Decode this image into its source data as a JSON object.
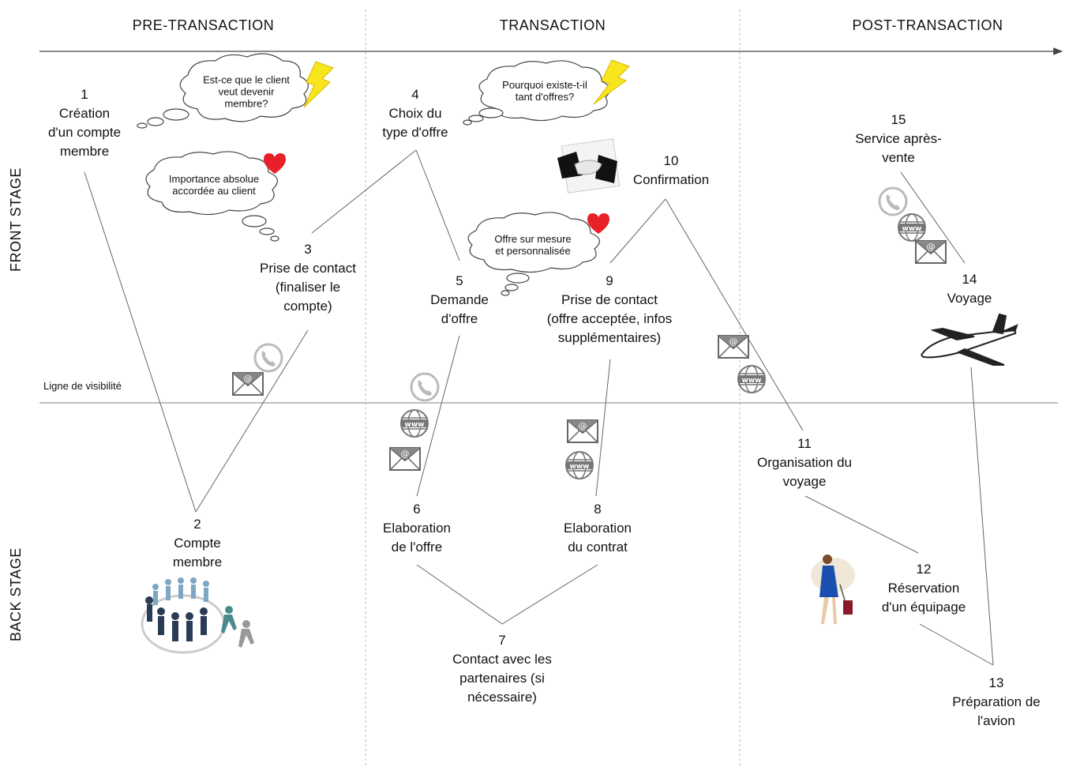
{
  "phases": [
    "PRE-TRANSACTION",
    "TRANSACTION",
    "POST-TRANSACTION"
  ],
  "lanes": {
    "front": "FRONT STAGE",
    "back": "BACK STAGE"
  },
  "visibility_line": "Ligne de visibilité",
  "steps": [
    {
      "num": "1",
      "label": [
        "Création",
        "d'un compte",
        "membre"
      ]
    },
    {
      "num": "2",
      "label": [
        "Compte",
        "membre"
      ]
    },
    {
      "num": "3",
      "label": [
        "Prise de contact",
        "(finaliser le",
        "compte)"
      ]
    },
    {
      "num": "4",
      "label": [
        "Choix du",
        "type d'offre"
      ]
    },
    {
      "num": "5",
      "label": [
        "Demande",
        "d'offre"
      ]
    },
    {
      "num": "6",
      "label": [
        "Elaboration",
        "de l'offre"
      ]
    },
    {
      "num": "7",
      "label": [
        "Contact avec les",
        "partenaires (si",
        "nécessaire)"
      ]
    },
    {
      "num": "8",
      "label": [
        "Elaboration",
        "du contrat"
      ]
    },
    {
      "num": "9",
      "label": [
        "Prise de contact",
        "(offre acceptée, infos",
        "supplémentaires)"
      ]
    },
    {
      "num": "10",
      "label": [
        "Confirmation"
      ]
    },
    {
      "num": "11",
      "label": [
        "Organisation du",
        "voyage"
      ]
    },
    {
      "num": "12",
      "label": [
        "Réservation",
        "d'un équipage"
      ]
    },
    {
      "num": "13",
      "label": [
        "Préparation de",
        "l'avion"
      ]
    },
    {
      "num": "14",
      "label": [
        "Voyage"
      ]
    },
    {
      "num": "15",
      "label": [
        "Service après-",
        "vente"
      ]
    }
  ],
  "thoughts": [
    {
      "lines": [
        "Est-ce que le client",
        "veut devenir",
        "membre?"
      ],
      "icon": "lightning-icon"
    },
    {
      "lines": [
        "Importance absolue",
        "accordée au client"
      ],
      "icon": "heart-icon"
    },
    {
      "lines": [
        "Pourquoi existe-t-il",
        "tant d'offres?"
      ],
      "icon": "lightning-icon"
    },
    {
      "lines": [
        "Offre sur mesure",
        "et personnalisée"
      ],
      "icon": "heart-icon"
    }
  ],
  "icons": [
    "phone-icon",
    "email-icon",
    "www-icon",
    "handshake-icon",
    "airplane-icon",
    "people-circle-icon",
    "flight-attendant-icon",
    "heart-icon",
    "lightning-icon"
  ],
  "colors": {
    "line": "#555555",
    "divider": "#aaaaaa",
    "heart": "#e8202a",
    "lightning": "#f7e51e",
    "icon_gray": "#888888"
  }
}
